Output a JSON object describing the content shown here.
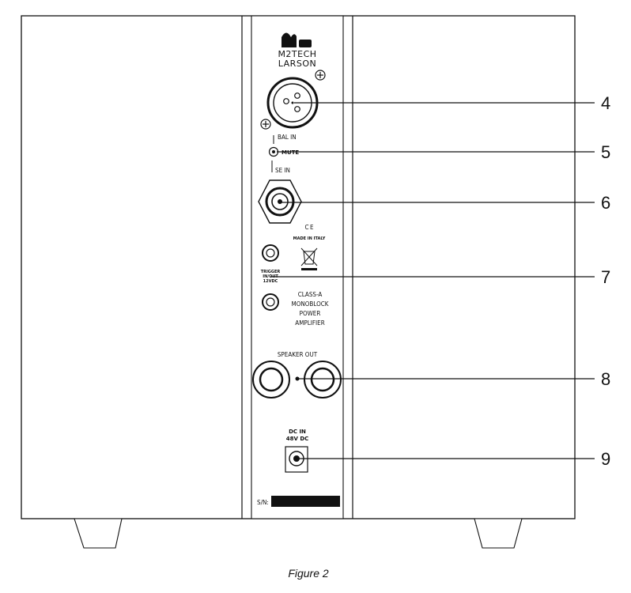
{
  "figure": {
    "caption": "Figure 2"
  },
  "panel": {
    "logo": {
      "line1": "M2TECH",
      "line2": "LARSON"
    },
    "bal_in": "BAL IN",
    "mute": "MUTE",
    "se_in": "SE IN",
    "ce_mark": "C E",
    "made_in": "MADE IN ITALY",
    "trigger_line1": "TRIGGER",
    "trigger_line2": "IN/OUT",
    "trigger_line3": "12VDC",
    "class_line1": "CLASS-A",
    "class_line2": "MONOBLOCK",
    "class_line3": "POWER",
    "class_line4": "AMPLIFIER",
    "speaker_out": "SPEAKER OUT",
    "dc_in_line1": "DC IN",
    "dc_in_line2": "48V DC",
    "serial_label": "S/N:"
  },
  "callouts": [
    "4",
    "5",
    "6",
    "7",
    "8",
    "9"
  ]
}
